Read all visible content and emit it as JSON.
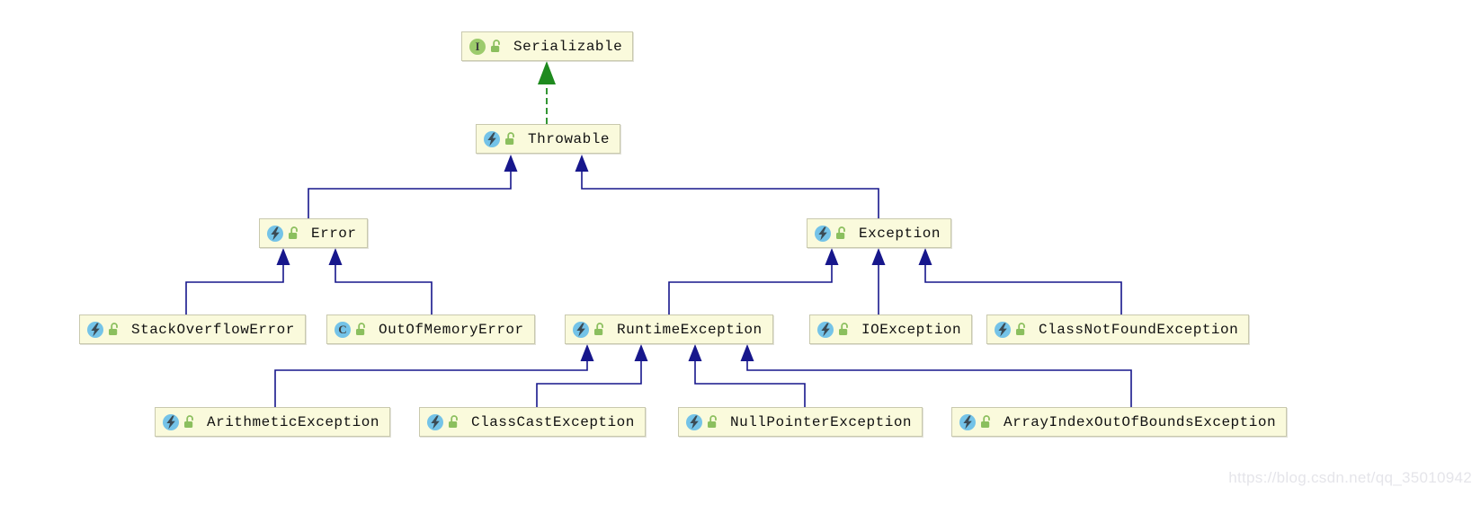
{
  "diagram": {
    "nodes": [
      {
        "id": "serializable",
        "label": "Serializable",
        "kind": "interface"
      },
      {
        "id": "throwable",
        "label": "Throwable",
        "kind": "exception-class"
      },
      {
        "id": "error",
        "label": "Error",
        "kind": "exception-class"
      },
      {
        "id": "exception",
        "label": "Exception",
        "kind": "exception-class"
      },
      {
        "id": "stack-overflow-error",
        "label": "StackOverflowError",
        "kind": "exception-class"
      },
      {
        "id": "out-of-memory-error",
        "label": "OutOfMemoryError",
        "kind": "class"
      },
      {
        "id": "runtime-exception",
        "label": "RuntimeException",
        "kind": "exception-class"
      },
      {
        "id": "io-exception",
        "label": "IOException",
        "kind": "exception-class"
      },
      {
        "id": "class-not-found-exception",
        "label": "ClassNotFoundException",
        "kind": "exception-class"
      },
      {
        "id": "arithmetic-exception",
        "label": "ArithmeticException",
        "kind": "exception-class"
      },
      {
        "id": "class-cast-exception",
        "label": "ClassCastException",
        "kind": "exception-class"
      },
      {
        "id": "null-pointer-exception",
        "label": "NullPointerException",
        "kind": "exception-class"
      },
      {
        "id": "array-index-out-of-bounds-exception",
        "label": "ArrayIndexOutOfBoundsException",
        "kind": "exception-class"
      }
    ],
    "edges": [
      {
        "from": "throwable",
        "to": "serializable",
        "type": "realization"
      },
      {
        "from": "error",
        "to": "throwable",
        "type": "inheritance"
      },
      {
        "from": "exception",
        "to": "throwable",
        "type": "inheritance"
      },
      {
        "from": "stack-overflow-error",
        "to": "error",
        "type": "inheritance"
      },
      {
        "from": "out-of-memory-error",
        "to": "error",
        "type": "inheritance"
      },
      {
        "from": "runtime-exception",
        "to": "exception",
        "type": "inheritance"
      },
      {
        "from": "io-exception",
        "to": "exception",
        "type": "inheritance"
      },
      {
        "from": "class-not-found-exception",
        "to": "exception",
        "type": "inheritance"
      },
      {
        "from": "arithmetic-exception",
        "to": "runtime-exception",
        "type": "inheritance"
      },
      {
        "from": "class-cast-exception",
        "to": "runtime-exception",
        "type": "inheritance"
      },
      {
        "from": "null-pointer-exception",
        "to": "runtime-exception",
        "type": "inheritance"
      },
      {
        "from": "array-index-out-of-bounds-exception",
        "to": "runtime-exception",
        "type": "inheritance"
      }
    ],
    "icons": {
      "interface": {
        "letter": "I"
      },
      "class": {
        "letter": "C"
      },
      "exception-class": {
        "glyph": "lightning-bolt"
      }
    }
  },
  "colors": {
    "node_background": "#fafadc",
    "node_border": "#c9c9ae",
    "inheritance_edge": "#17178c",
    "realization_edge": "#1e8a1e",
    "interface_icon_background": "#9ccb6c",
    "class_icon_background": "#74c3e8",
    "icon_letter": "#3d3d3d",
    "lightning": "#3b4b55",
    "lock": "#8bbf5e",
    "label_text": "#111111",
    "watermark_text": "#e5e5ea"
  },
  "watermark": {
    "text": "https://blog.csdn.net/qq_35010942"
  }
}
